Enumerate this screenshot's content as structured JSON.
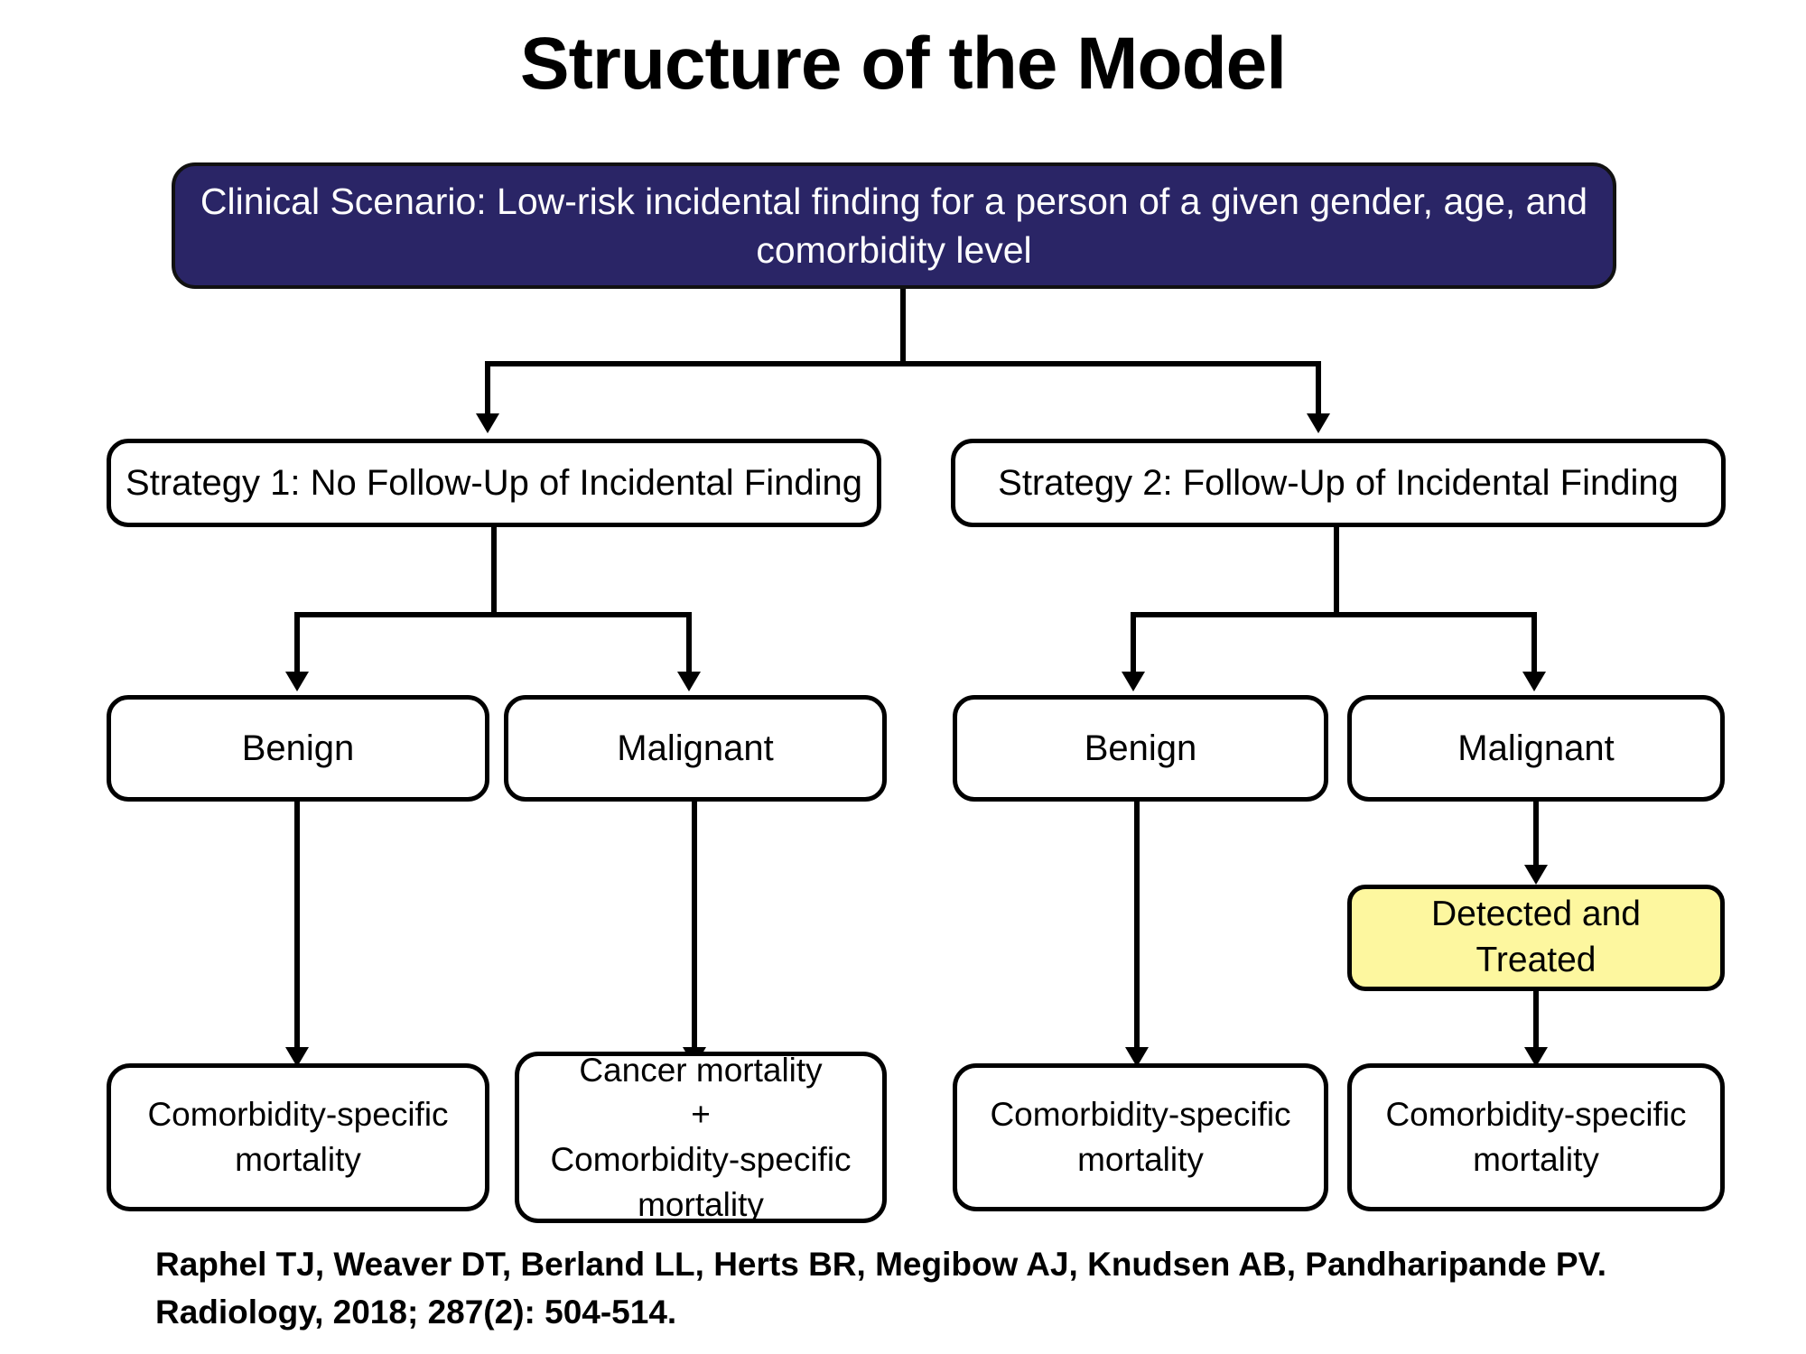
{
  "title": "Structure of the Model",
  "colors": {
    "scenario_fill": "#2a2566",
    "scenario_text": "#ffffff",
    "treated_fill": "#fdf79f",
    "node_stroke": "#000000",
    "node_fill": "#ffffff",
    "background": "#ffffff"
  },
  "nodes": {
    "scenario": "Clinical Scenario: Low-risk incidental finding for a person of a given gender, age, and comorbidity level",
    "strategy1": "Strategy 1: No Follow-Up of Incidental Finding",
    "strategy2": "Strategy 2: Follow-Up of Incidental Finding",
    "s1_benign": "Benign",
    "s1_malignant": "Malignant",
    "s2_benign": "Benign",
    "s2_malignant": "Malignant",
    "detected_treated": "Detected and\nTreated",
    "s1_benign_outcome": "Comorbidity-specific\nmortality",
    "s1_malignant_outcome": "Cancer mortality\n+\nComorbidity-specific\nmortality",
    "s2_benign_outcome": "Comorbidity-specific\nmortality",
    "s2_malignant_outcome": "Comorbidity-specific\nmortality"
  },
  "citation": "Raphel TJ, Weaver DT, Berland LL, Herts BR, Megibow AJ, Knudsen AB, Pandharipande PV.\nRadiology, 2018; 287(2): 504-514."
}
